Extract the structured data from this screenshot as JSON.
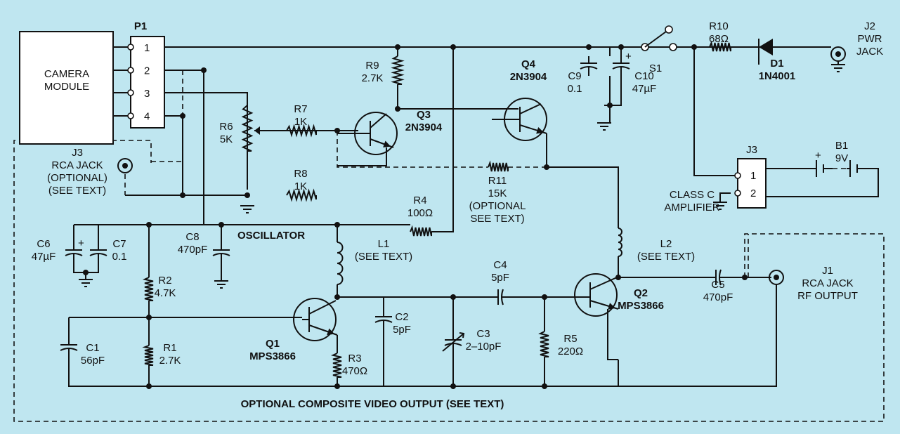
{
  "colors": {
    "background": "#bfe6f0",
    "ink": "#111111"
  },
  "blocks": {
    "camera_module": [
      "CAMERA",
      "MODULE"
    ],
    "connector": {
      "ref": "P1",
      "pins": [
        "1",
        "2",
        "3",
        "4"
      ]
    },
    "j3_connector": {
      "ref": "J3",
      "pins": [
        "1",
        "2"
      ]
    }
  },
  "labels": {
    "p1": "P1",
    "j3_jack": [
      "J3",
      "RCA JACK",
      "(OPTIONAL)",
      "(SEE TEXT)"
    ],
    "r6": [
      "R6",
      "5K"
    ],
    "r7": [
      "R7",
      "1K"
    ],
    "r8": [
      "R8",
      "1K"
    ],
    "r9": [
      "R9",
      "2.7K"
    ],
    "q3": [
      "Q3",
      "2N3904"
    ],
    "q4": [
      "Q4",
      "2N3904"
    ],
    "c9": [
      "C9",
      "0.1"
    ],
    "c10": [
      "C10",
      "47µF"
    ],
    "s1": "S1",
    "r10": [
      "R10",
      "68Ω"
    ],
    "d1": [
      "D1",
      "1N4001"
    ],
    "j2": [
      "J2",
      "PWR",
      "JACK"
    ],
    "j3_label": "J3",
    "b1": [
      "B1",
      "9V"
    ],
    "class_c": [
      "CLASS C",
      "AMPLIFIER"
    ],
    "r11": [
      "R11",
      "15K",
      "(OPTIONAL",
      "SEE TEXT)"
    ],
    "r4": [
      "R4",
      "100Ω"
    ],
    "oscillator": "OSCILLATOR",
    "c6": [
      "C6",
      "47µF"
    ],
    "c7": [
      "C7",
      "0.1"
    ],
    "c8": [
      "C8",
      "470pF"
    ],
    "l1": [
      "L1",
      "(SEE TEXT)"
    ],
    "l2": [
      "L2",
      "(SEE TEXT)"
    ],
    "c4": [
      "C4",
      "5pF"
    ],
    "c5": [
      "C5",
      "470pF"
    ],
    "j1": [
      "J1",
      "RCA JACK",
      "RF OUTPUT"
    ],
    "q2": [
      "Q2",
      "MPS3866"
    ],
    "r2": [
      "R2",
      "4.7K"
    ],
    "c2": [
      "C2",
      "5pF"
    ],
    "q1": [
      "Q1",
      "MPS3866"
    ],
    "c1": [
      "C1",
      "56pF"
    ],
    "r1": [
      "R1",
      "2.7K"
    ],
    "r3": [
      "R3",
      "470Ω"
    ],
    "c3": [
      "C3",
      "2–10pF"
    ],
    "r5": [
      "R5",
      "220Ω"
    ],
    "composite": "OPTIONAL COMPOSITE VIDEO OUTPUT  (SEE TEXT)"
  }
}
